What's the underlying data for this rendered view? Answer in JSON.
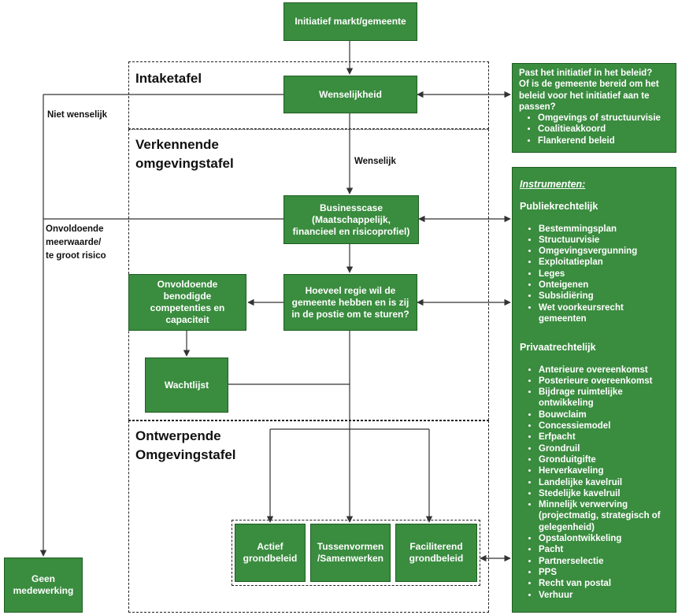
{
  "diagram": {
    "nodes": {
      "initiatief": "Initiatief markt/gemeente",
      "wenselijkheid": "Wenselijkheid",
      "businesscase": [
        "Businesscase",
        "(Maatschappelijk,",
        "financieel en risicoprofiel)"
      ],
      "regie": [
        "Hoeveel regie wil de",
        "gemeente hebben en is zij",
        "in de postie om te sturen?"
      ],
      "onvoldoende": [
        "Onvoldoende",
        "benodigde",
        "competenties en",
        "capaciteit"
      ],
      "wachtlijst": "Wachtlijst",
      "actief": [
        "Actief",
        "grondbeleid"
      ],
      "tussenvormen": [
        "Tussenvormen",
        "/Samenwerken"
      ],
      "faciliterend": [
        "Faciliterend",
        "grondbeleid"
      ],
      "geen": [
        "Geen",
        "medewerking"
      ]
    },
    "sections": {
      "intake": "Intaketafel",
      "verkennende": [
        "Verkennende",
        "omgevingstafel"
      ],
      "ontwerpende": [
        "Ontwerpende",
        "Omgevingstafel"
      ]
    },
    "edge_labels": {
      "niet_wenselijk": "Niet wenselijk",
      "wenselijk": "Wenselijk",
      "onvoldoende_meerwaarde": [
        "Onvoldoende",
        "meerwaarde/",
        "te groot risico"
      ]
    },
    "beleid_panel": {
      "question": [
        "Past het initiatief in het beleid?",
        "Of is de gemeente bereid om het",
        "beleid voor het initiatief aan te",
        "passen?"
      ],
      "items": [
        "Omgevings of structuurvisie",
        "Coalitieakkoord",
        "Flankerend beleid"
      ]
    },
    "instrumenten_panel": {
      "title": "Instrumenten:",
      "publiek_title": "Publiekrechtelijk",
      "publiek_items": [
        "Bestemmingsplan",
        "Structuurvisie",
        "Omgevingsvergunning",
        "Exploitatieplan",
        "Leges",
        "Onteigenen",
        "Subsidiëring",
        "Wet voorkeursrecht gemeenten"
      ],
      "privaat_title": "Privaatrechtelijk",
      "privaat_items": [
        "Anterieure overeenkomst",
        "Posterieure overeenkomst",
        "Bijdrage ruimtelijke ontwikkeling",
        "Bouwclaim",
        "Concessiemodel",
        "Erfpacht",
        "Grondruil",
        "Gronduitgifte",
        "Herverkaveling",
        "Landelijke kavelruil",
        "Stedelijke kavelruil",
        "Minnelijk verwerving (projectmatig, strategisch of gelegenheid)",
        "Opstalontwikkeling",
        "Pacht",
        "Partnerselectie",
        "PPS",
        "Recht van postal",
        "Verhuur"
      ]
    },
    "colors": {
      "box_fill": "#3a8c3f",
      "box_border": "#1f5e23",
      "line": "#333333"
    }
  }
}
